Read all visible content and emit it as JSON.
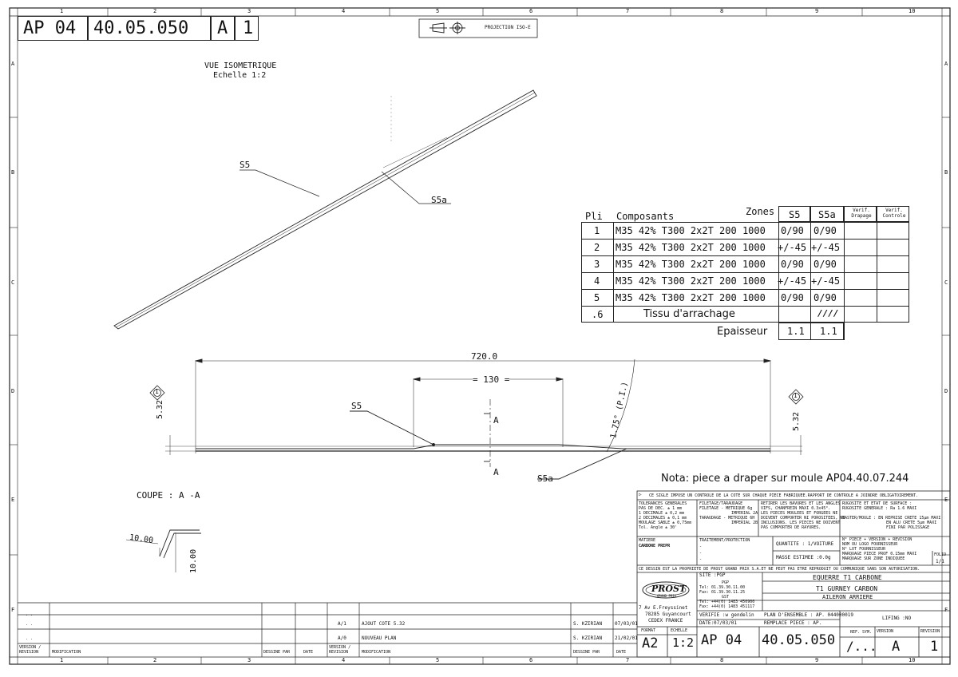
{
  "header": {
    "code_parts": [
      "AP 04",
      "40.05.050",
      "A",
      "1"
    ],
    "projection_label": "PROJECTION ISO-E",
    "col_numbers": [
      "1",
      "2",
      "3",
      "4",
      "5",
      "6",
      "7",
      "8",
      "9",
      "10"
    ],
    "row_letters": [
      "A",
      "B",
      "C",
      "D",
      "E",
      "F"
    ]
  },
  "iso_view": {
    "title": "VUE ISOMETRIQUE",
    "scale": "Echelle 1:2",
    "label_s5": "S5",
    "label_s5a": "S5a"
  },
  "ply_table": {
    "header": {
      "pli": "Pli",
      "composants": "Composants",
      "zones": "Zones",
      "s5": "S5",
      "s5a": "S5a",
      "verif_drapage": "Verif. Drapage",
      "verif_controle": "Verif. Controle"
    },
    "rows": [
      {
        "pli": "1",
        "composant": "M35 42% T300 2x2T 200 1000",
        "s5": "0/90",
        "s5a": "0/90"
      },
      {
        "pli": "2",
        "composant": "M35 42% T300 2x2T 200 1000",
        "s5": "+/-45",
        "s5a": "+/-45"
      },
      {
        "pli": "3",
        "composant": "M35 42% T300 2x2T 200 1000",
        "s5": "0/90",
        "s5a": "0/90"
      },
      {
        "pli": "4",
        "composant": "M35 42% T300 2x2T 200 1000",
        "s5": "+/-45",
        "s5a": "+/-45"
      },
      {
        "pli": "5",
        "composant": "M35 42% T300 2x2T 200 1000",
        "s5": "0/90",
        "s5a": "0/90"
      },
      {
        "pli": ".6",
        "composant": "Tissu d'arrachage",
        "s5": "",
        "s5a": "////"
      }
    ],
    "epaisseur_label": "Epaisseur",
    "epaisseur_s5": "1.1",
    "epaisseur_s5a": "1.1"
  },
  "section_view": {
    "length": "720.0",
    "inner_length": "= 130 =",
    "height_left": "5.32",
    "height_right": "5.32",
    "angle": "1.75° (P.I.)",
    "label_s5": "S5",
    "label_s5a": "S5a",
    "cut_label": "A",
    "datum": "1"
  },
  "nota": "Nota: piece a draper sur moule AP04.40.07.244",
  "coupe": {
    "title": "COUPE : A -A",
    "dim_a": "10.00",
    "dim_b": "10.00"
  },
  "title_block": {
    "note": "CE SIGLE IMPOSE UN CONTROLE DE LA COTE SUR CHAQUE PIECE FABRIQUEE.RAPPORT DE CONTROLE A JOINDRE OBLIGATOIREMENT.",
    "tolerances": [
      "TOLERANCES GENERALES",
      "PAS DE DEC.    ± 1   mm",
      "1 DECIMALE     ± 0,2 mm",
      "2 DECIMALES    ± 0,1 mm",
      "MOULAGE SABLE  ± 0,75mm",
      "Tol. Angle     ± 30'"
    ],
    "filetage": [
      "FILETAGE/TARAUDAGE",
      "FILETAGE - METRIQUE 6g",
      "IMPERIAL 2A",
      "TARAUDAGE - METRIQUE 6H",
      "IMPERIAL 2B"
    ],
    "bavures": [
      "RETIRER LES BAVURES ET LES ANGLES",
      "VIFS, CHANFREIN MAXI 0.3x45°.",
      "LES PIECES MOULEES ET FORGEES NE",
      "DOIVENT COMPORTER NI POROSITEES, NI",
      "INCLUSIONS. LES PIECES NE DOIVENT",
      "PAS COMPORTER DE RAYURES."
    ],
    "rugosite": [
      "RUGOSITE ET ETAT DE SURFACE :",
      "RUGOSITE GENERALE : Ra 1.6 MAXI",
      "MASTER/MOULE : EN REPRISE CRETE 15µm MAXI",
      "EN ALU CRETE 5µm MAXI",
      "FINI PAR POLISSAGE"
    ],
    "matiere_label": "MATIERE",
    "matiere": "CARBONE PREPR",
    "traitement_label": "TRAITEMENT/PROTECTION",
    "quantite": "QUANTITE :  1/VOITURE",
    "masse": "MASSE ESTIMEE :0.0g",
    "marking": [
      "N° PIECE + VERSION + REVISION",
      "NOM OU LOGO FOURNISSEUR",
      "N° LOT FOURNISSEUR",
      "MARQUAGE PIECE PROF 0.15mm MAXI",
      "MARQUAGE SUR ZONE INDIQUEE"
    ],
    "folio_label": "FOLIO",
    "folio": "1/1",
    "property": "CE DESSIN EST LA PROPRIETE DE PROST GRAND PRIX S.A.ET NE PEUT PAS ETRE REPRODUIT OU COMMUNIQUE SANS SON AUTORISATION.",
    "site": "SITE :PGP",
    "pgp_contact": [
      "PGP",
      "Tel: 01.39.30.11.00",
      "Fax: 01.39.30.11.25",
      "GST",
      "Tel: +44(0) 1483 450900",
      "Fax: +44(0) 1483 451117"
    ],
    "address": [
      "7 Av E.Freyssinet",
      "78285 Guyancourt",
      "CEDEX FRANCE"
    ],
    "logo": "PROST",
    "logo_sub": "GRAND PRIX",
    "verifie": "VERIFIE :w gendelin",
    "date": "DATE:07/03/01",
    "title1": "EQUERRE T1 CARBONE",
    "title2": "T1 GURNEY CARBON",
    "title3": "AILERON ARRIERE",
    "plan_ensemble": "PLAN D'ENSEMBLE : AP. 044000019",
    "remplace": "REMPLACE PIECE : AP.",
    "lifing": "LIFING :NO",
    "format_label": "FORMAT",
    "format": "A2",
    "echelle_label": "ECHELLE",
    "echelle": "1:2",
    "drawing_no": "AP 04  40.05.050",
    "ref_sym_label": "REF. SYM.",
    "ref_sym": "/...",
    "version_label": "VERSION",
    "revision_label": "REVISION",
    "version": "A",
    "revision": "1"
  },
  "revision_table": {
    "headers": [
      "VERSION / REVISION",
      "MODIFICATION",
      "DESSINE PAR",
      "DATE"
    ],
    "rows": [
      {
        "ver": "A/1",
        "mod": "AJOUT COTE 5.32",
        "by": "S. KZIRIAN",
        "date": "07/03/01"
      },
      {
        "ver": "A/0",
        "mod": "NOUVEAU PLAN",
        "by": "S. KZIRIAN",
        "date": "21/02/01"
      }
    ]
  }
}
